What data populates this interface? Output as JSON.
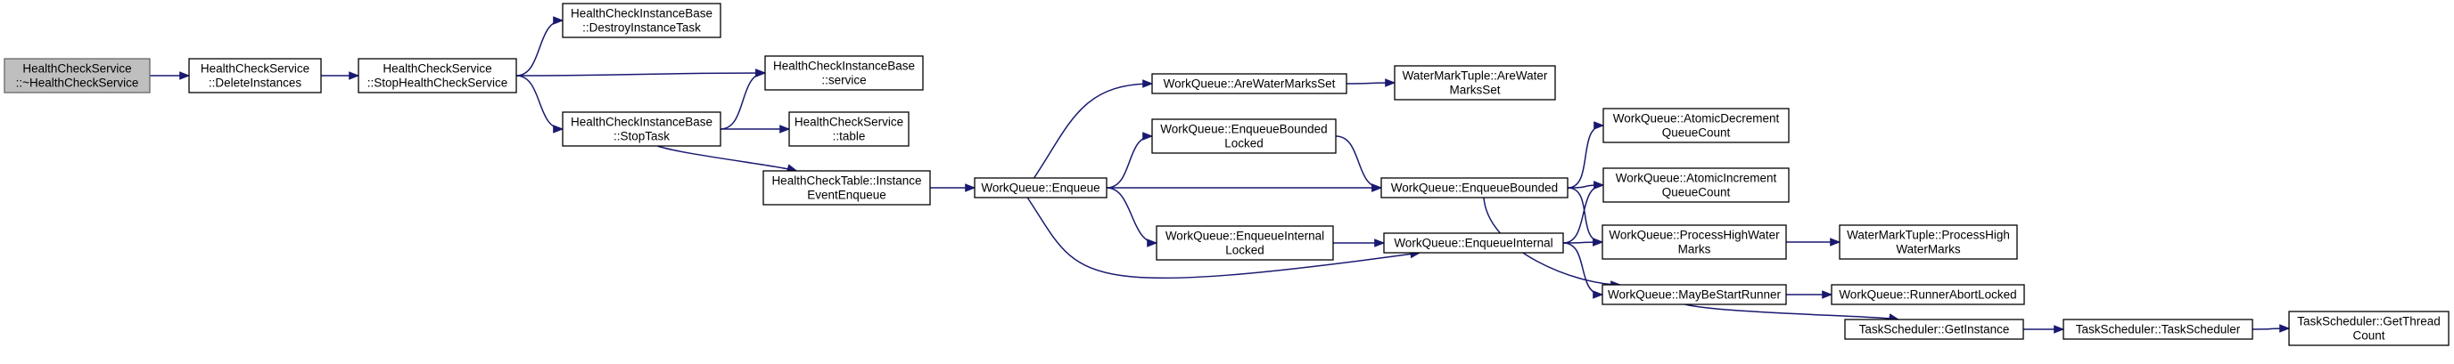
{
  "nodes": [
    {
      "id": "root",
      "lines": [
        "HealthCheckService",
        "::~HealthCheckService"
      ],
      "root": true
    },
    {
      "id": "deleteInstances",
      "lines": [
        "HealthCheckService",
        "::DeleteInstances"
      ]
    },
    {
      "id": "stopHCS",
      "lines": [
        "HealthCheckService",
        "::StopHealthCheckService"
      ]
    },
    {
      "id": "destroyTask",
      "lines": [
        "HealthCheckInstanceBase",
        "::DestroyInstanceTask"
      ]
    },
    {
      "id": "service",
      "lines": [
        "HealthCheckInstanceBase",
        "::service"
      ]
    },
    {
      "id": "stopTask",
      "lines": [
        "HealthCheckInstanceBase",
        "::StopTask"
      ]
    },
    {
      "id": "table",
      "lines": [
        "HealthCheckService",
        "::table"
      ]
    },
    {
      "id": "instEnqueue",
      "lines": [
        "HealthCheckTable::Instance",
        "EventEnqueue"
      ]
    },
    {
      "id": "enqueue",
      "lines": [
        "WorkQueue::Enqueue"
      ]
    },
    {
      "id": "areWM",
      "lines": [
        "WorkQueue::AreWaterMarksSet"
      ]
    },
    {
      "id": "enqBL",
      "lines": [
        "WorkQueue::EnqueueBounded",
        "Locked"
      ]
    },
    {
      "id": "enqIL",
      "lines": [
        "WorkQueue::EnqueueInternal",
        "Locked"
      ]
    },
    {
      "id": "wmtAre",
      "lines": [
        "WaterMarkTuple::AreWater",
        "MarksSet"
      ]
    },
    {
      "id": "enqB",
      "lines": [
        "WorkQueue::EnqueueBounded"
      ]
    },
    {
      "id": "enqI",
      "lines": [
        "WorkQueue::EnqueueInternal"
      ]
    },
    {
      "id": "atomDec",
      "lines": [
        "WorkQueue::AtomicDecrement",
        "QueueCount"
      ]
    },
    {
      "id": "atomInc",
      "lines": [
        "WorkQueue::AtomicIncrement",
        "QueueCount"
      ]
    },
    {
      "id": "procHW",
      "lines": [
        "WorkQueue::ProcessHighWater",
        "Marks"
      ]
    },
    {
      "id": "maybeSR",
      "lines": [
        "WorkQueue::MayBeStartRunner"
      ]
    },
    {
      "id": "wmtProc",
      "lines": [
        "WaterMarkTuple::ProcessHigh",
        "WaterMarks"
      ]
    },
    {
      "id": "runnerAbort",
      "lines": [
        "WorkQueue::RunnerAbortLocked"
      ]
    },
    {
      "id": "tsGetInst",
      "lines": [
        "TaskScheduler::GetInstance"
      ]
    },
    {
      "id": "tsCtor",
      "lines": [
        "TaskScheduler::TaskScheduler"
      ]
    },
    {
      "id": "tsGetThread",
      "lines": [
        "TaskScheduler::GetThread",
        "Count"
      ]
    }
  ],
  "edges": [
    [
      "root",
      "deleteInstances"
    ],
    [
      "deleteInstances",
      "stopHCS"
    ],
    [
      "stopHCS",
      "destroyTask"
    ],
    [
      "stopHCS",
      "service"
    ],
    [
      "stopHCS",
      "stopTask"
    ],
    [
      "stopTask",
      "service"
    ],
    [
      "stopTask",
      "table"
    ],
    [
      "stopTask",
      "instEnqueue"
    ],
    [
      "instEnqueue",
      "enqueue"
    ],
    [
      "enqueue",
      "areWM"
    ],
    [
      "enqueue",
      "enqBL"
    ],
    [
      "enqueue",
      "enqB"
    ],
    [
      "enqueue",
      "enqIL"
    ],
    [
      "enqueue",
      "enqI"
    ],
    [
      "areWM",
      "wmtAre"
    ],
    [
      "enqBL",
      "enqB"
    ],
    [
      "enqIL",
      "enqI"
    ],
    [
      "enqB",
      "atomDec"
    ],
    [
      "enqB",
      "atomInc"
    ],
    [
      "enqB",
      "procHW"
    ],
    [
      "enqB",
      "maybeSR"
    ],
    [
      "enqI",
      "atomInc"
    ],
    [
      "enqI",
      "procHW"
    ],
    [
      "enqI",
      "maybeSR"
    ],
    [
      "procHW",
      "wmtProc"
    ],
    [
      "maybeSR",
      "runnerAbort"
    ],
    [
      "maybeSR",
      "tsGetInst"
    ],
    [
      "tsGetInst",
      "tsCtor"
    ],
    [
      "tsCtor",
      "tsGetThread"
    ]
  ]
}
